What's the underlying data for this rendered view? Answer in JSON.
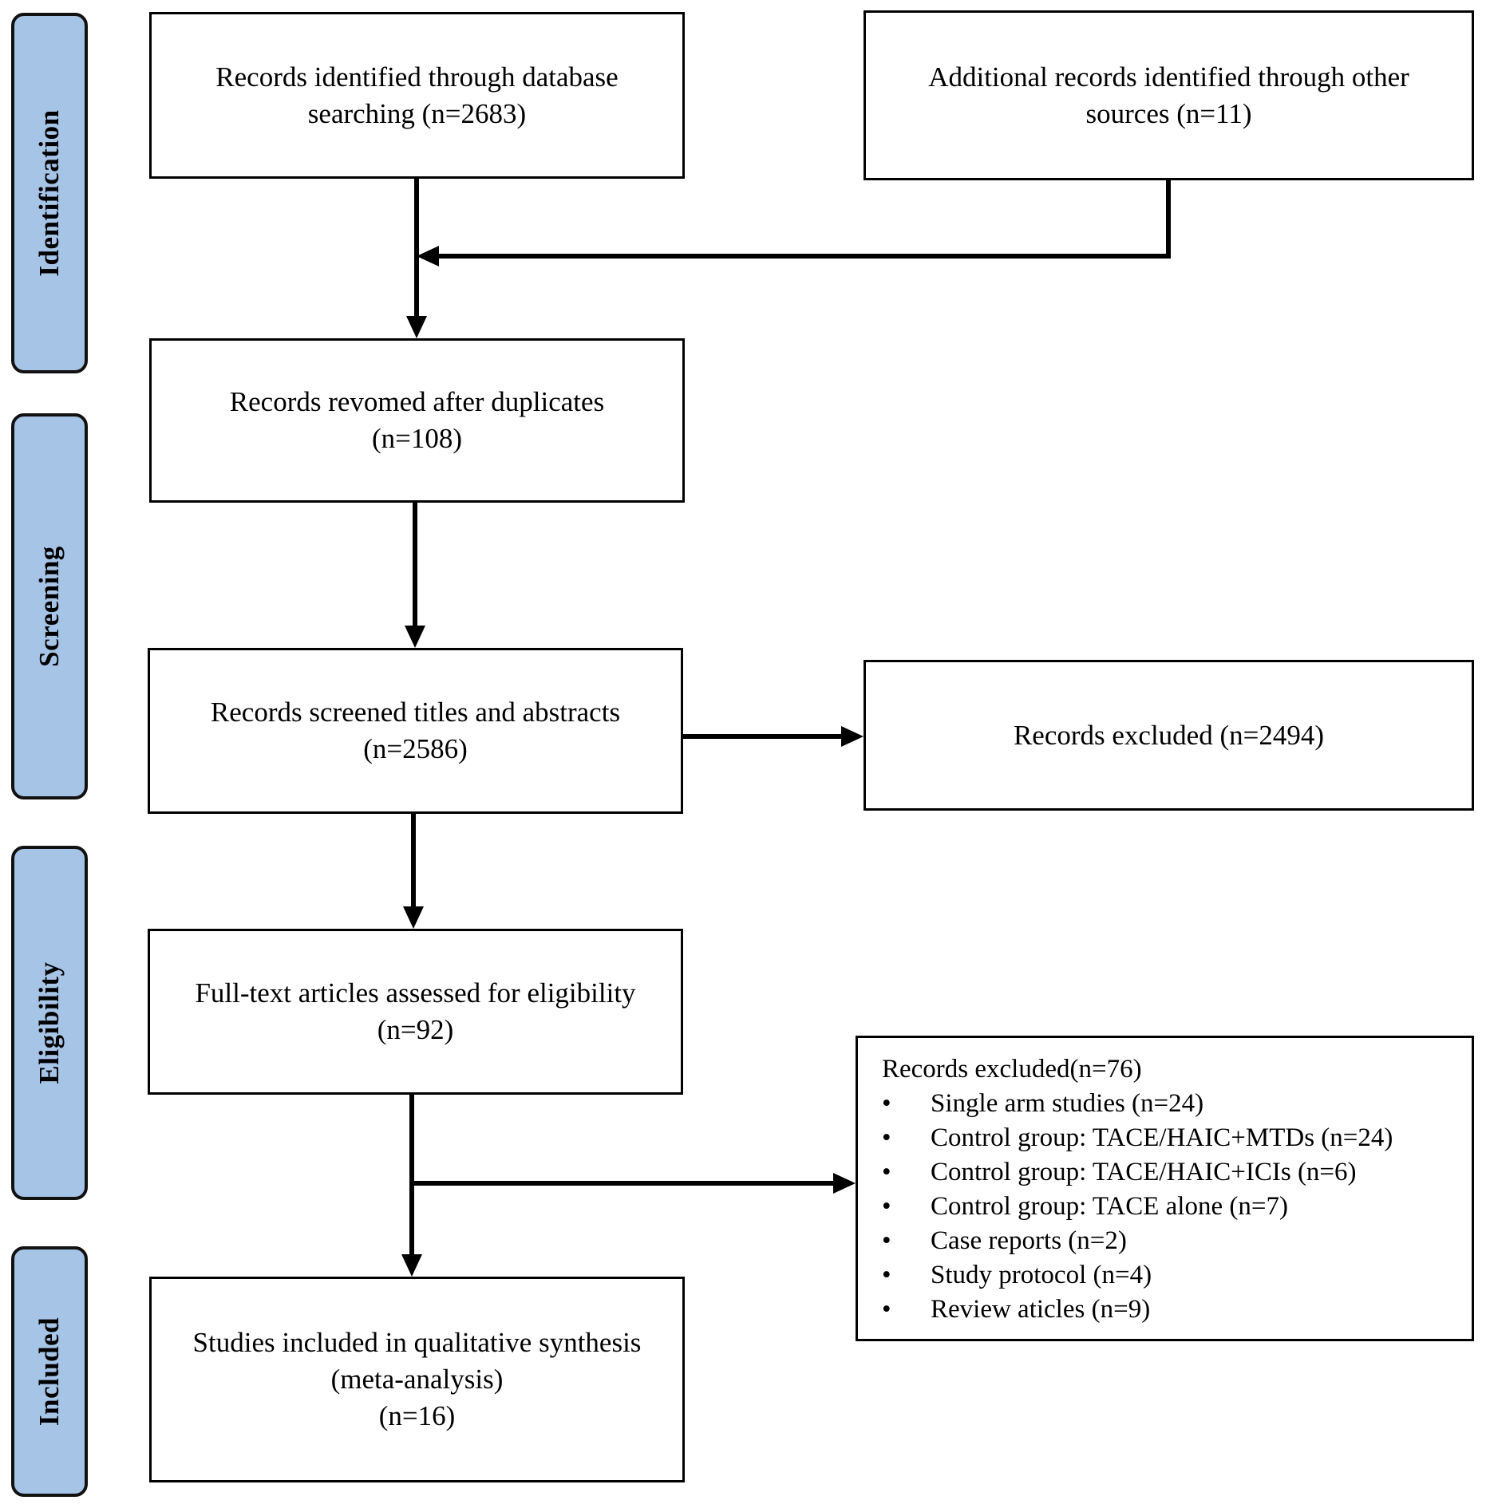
{
  "phases": {
    "identification": "Identification",
    "screening": "Screening",
    "eligibility": "Eligibility",
    "included": "Included"
  },
  "boxes": {
    "database": {
      "line1": "Records identified through database",
      "line2": "searching (n=2683)"
    },
    "other_sources": {
      "line1": "Additional records identified through other",
      "line2": "sources (n=11)"
    },
    "duplicates": {
      "line1": "Records revomed after duplicates",
      "line2": "(n=108)"
    },
    "screened": {
      "line1": "Records screened titles and abstracts",
      "line2": "(n=2586)"
    },
    "excluded_screen": {
      "line1": "Records excluded (n=2494)"
    },
    "fulltext": {
      "line1": "Full-text articles assessed for eligibility",
      "line2": "(n=92)"
    },
    "included": {
      "line1": "Studies included in qualitative synthesis",
      "line2": "(meta-analysis)",
      "line3": "(n=16)"
    }
  },
  "excluded_fulltext": {
    "title": "Records excluded(n=76)",
    "bullet": "•",
    "items": [
      "Single arm studies (n=24)",
      "Control group: TACE/HAIC+MTDs (n=24)",
      "Control group: TACE/HAIC+ICIs (n=6)",
      "Control group: TACE alone (n=7)",
      "Case reports (n=2)",
      "Study protocol (n=4)",
      "Review aticles (n=9)"
    ]
  }
}
